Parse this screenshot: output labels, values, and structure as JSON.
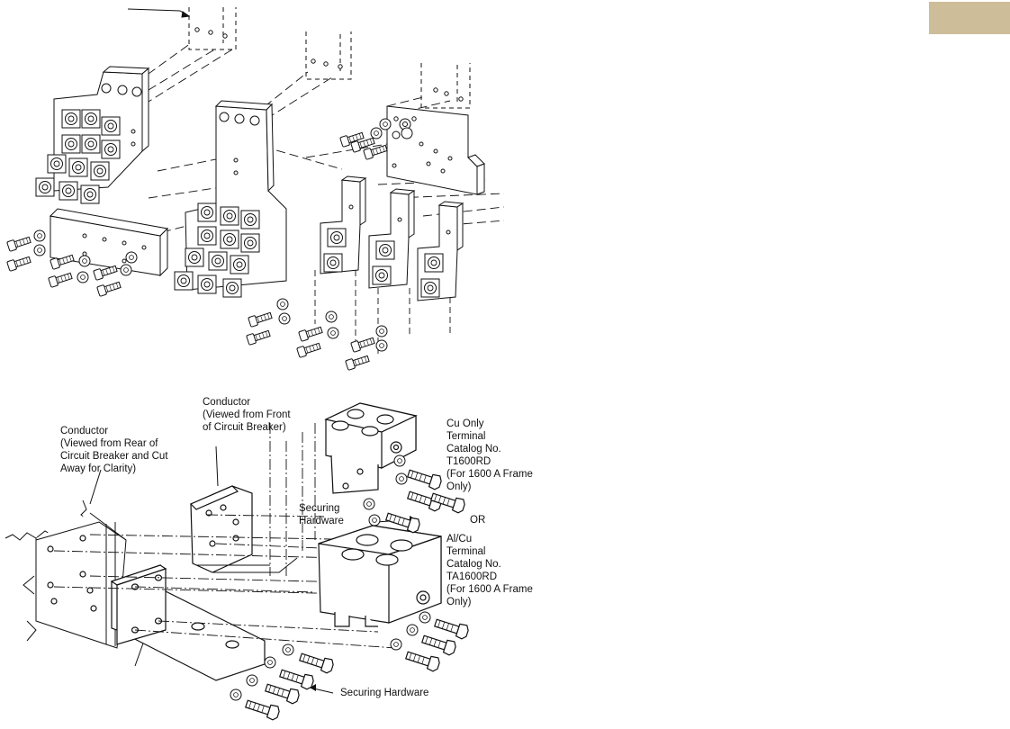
{
  "page_tab": {
    "color": "#cdbd98"
  },
  "colors": {
    "line": "#111111",
    "fill": "#ffffff"
  },
  "lower_diagram": {
    "rear_conductor": {
      "lines": [
        "Conductor",
        "(Viewed from Rear of",
        "Circuit Breaker and Cut",
        "Away for Clarity)"
      ]
    },
    "front_conductor": {
      "lines": [
        "Conductor",
        "(Viewed from Front",
        "of Circuit Breaker)"
      ]
    },
    "cu_terminal": {
      "lines": [
        "Cu Only",
        "Terminal",
        "Catalog No.",
        "T1600RD",
        "(For 1600 A Frame",
        "Only)"
      ]
    },
    "securing_hardware_upper": {
      "lines": [
        "Securing",
        "Hardware"
      ]
    },
    "or_label": "OR",
    "alcu_terminal": {
      "lines": [
        "Al/Cu",
        "Terminal",
        "Catalog No.",
        "TA1600RD",
        "(For 1600 A Frame",
        "Only)"
      ]
    },
    "securing_hardware_lower": "Securing Hardware"
  }
}
